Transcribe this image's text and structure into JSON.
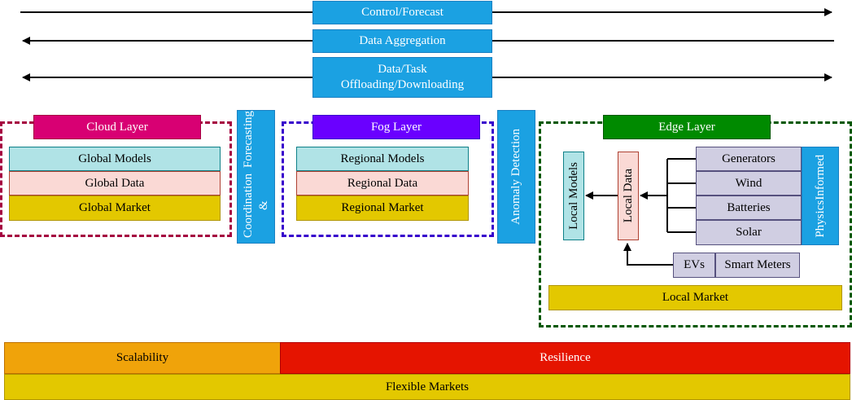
{
  "flows": {
    "control": "Control/Forecast",
    "aggregation": "Data Aggregation",
    "offloading_line1": "Data/Task",
    "offloading_line2": "Offloading/Downloading"
  },
  "cloud": {
    "title": "Cloud Layer",
    "models": "Global Models",
    "data": "Global Data",
    "market": "Global Market"
  },
  "coordination": {
    "line1": "Coordination &",
    "line2": "Forecasting"
  },
  "fog": {
    "title": "Fog Layer",
    "models": "Regional Models",
    "data": "Regional Data",
    "market": "Regional Market"
  },
  "anomaly": "Anomaly Detection",
  "edge": {
    "title": "Edge Layer",
    "local_models": "Local Models",
    "local_data": "Local Data",
    "sources": [
      "Generators",
      "Wind",
      "Batteries",
      "Solar"
    ],
    "physics_line1": "Physics",
    "physics_line2": "Informed",
    "evs": "EVs",
    "smart_meters": "Smart Meters",
    "local_market": "Local Market"
  },
  "bottom": {
    "scalability": "Scalability",
    "resilience": "Resilience",
    "flexible_markets": "Flexible Markets"
  },
  "colors": {
    "flow_blue": "#1ba1e2",
    "cloud_magenta": "#d80073",
    "fog_purple": "#6a00ff",
    "edge_green": "#008a00",
    "scalability_orange": "#f0a30a",
    "resilience_red": "#e51400",
    "market_gold": "#e3c800"
  }
}
